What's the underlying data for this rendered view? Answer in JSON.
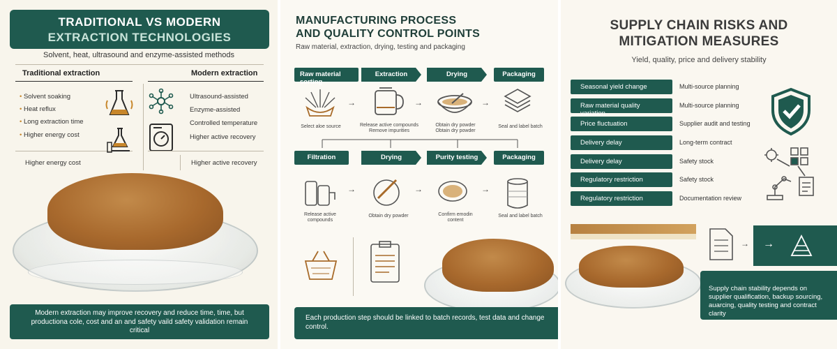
{
  "panel1": {
    "title_line1": "TRADITIONAL VS MODERN",
    "title_line2": "EXTRACTION TECHNOLOGIES",
    "subtitle": "Solvent, heat, ultrasound and enzyme-assisted methods",
    "left_heading": "Traditional extraction",
    "right_heading": "Modern extraction",
    "left_items": [
      "Solvent soaking",
      "Heat reflux",
      "Long extraction time",
      "Higher energy cost"
    ],
    "right_items": [
      "Ultrasound-assisted",
      "Enzyme-assisted",
      "Controlled temperature",
      "Higher active recovery"
    ],
    "left_footer": "Higher energy cost",
    "right_footer": "Higher active recovery",
    "caption": "Modern extraction may improve recovery and reduce time, time, but productiona cole, cost and an and safety vaild safety validation remain critical"
  },
  "panel2": {
    "title_line1": "MANUFACTURING PROCESS",
    "title_line2": "AND QUALITY CONTROL POINTS",
    "subtitle": "Raw material, extraction, drying, testing and packaging",
    "row1_steps": [
      "Raw material sorting",
      "Extraction",
      "Drying",
      "Packaging"
    ],
    "row1_captions": [
      "Select aloe source",
      "Release active compounds\nRemove impurities",
      "Obtain dry powder\nObtain dry powder",
      "Seal and label batch"
    ],
    "row2_steps": [
      "Filtration",
      "Drying",
      "Purity testing",
      "Packaging"
    ],
    "row2_captions": [
      "Release active\ncompounds",
      "Obtain dry powder",
      "Confirm emodin\ncontent",
      "Seal and label batch"
    ],
    "caption": "Each production step should be linked to batch records, test data and change control."
  },
  "panel3": {
    "title_line1": "SUPPLY CHAIN RISKS AND",
    "title_line2": "MITIGATION MEASURES",
    "subtitle": "Yield, quality, price and delivery stability",
    "risks": [
      "Seasonal yield change",
      "Raw material quality variation",
      "Price fluctuation",
      "Delivery delay",
      "Delivery delay",
      "Regulatory restriction",
      "Regulatory restriction"
    ],
    "mitigations": [
      "Multi-source planning",
      "Multi-source planning",
      "Supplier audit and testing",
      "Long-term contract",
      "Safety stock",
      "Safety stock",
      "Documentation review"
    ],
    "caption": "Supply chain stability depends on supplier qualification, backup sourcing, auarcing, quality testing and contract clarity"
  },
  "colors": {
    "teal": "#1f5a4f",
    "gold": "#c7862a",
    "powder": "#a8692d"
  },
  "icons": [
    "beaker-icon",
    "molecule-icon",
    "flask-burner-icon",
    "ultrasound-device-icon",
    "aloe-plant-icon",
    "extraction-pot-icon",
    "dry-powder-bowl-icon",
    "stacked-layers-icon",
    "filter-tanks-icon",
    "leaf-powder-icon",
    "sieve-dish-icon",
    "canister-icon",
    "basket-icon",
    "clipboard-icon",
    "shield-check-icon",
    "network-icon",
    "robot-arm-icon",
    "document-icon",
    "pyramid-icon"
  ]
}
